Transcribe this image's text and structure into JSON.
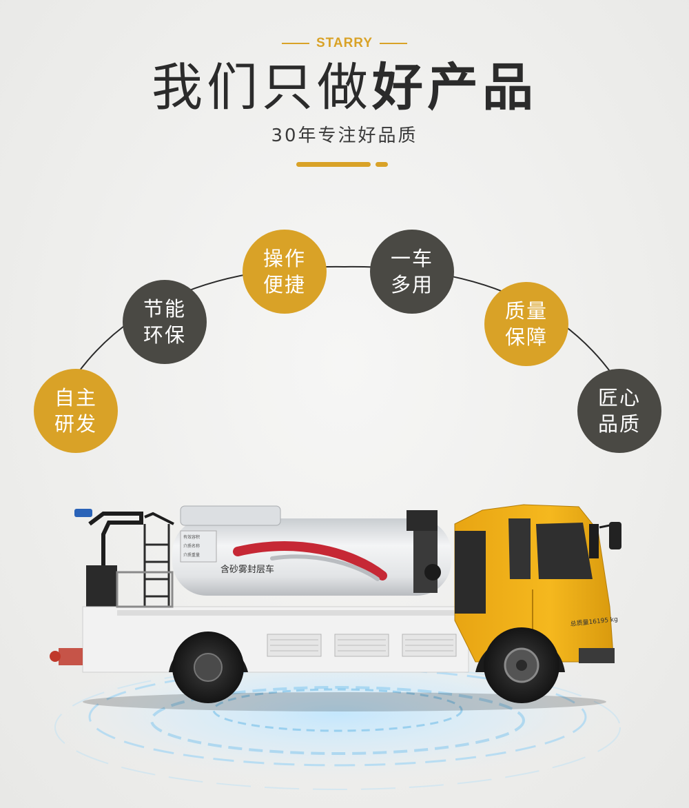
{
  "brand": {
    "text": "STARRY"
  },
  "headline": {
    "light": "我们只做",
    "bold": "好产品"
  },
  "subline": "30年专注好品质",
  "features": [
    {
      "line1": "自主",
      "line2": "研发",
      "color": "#d9a227"
    },
    {
      "line1": "节能",
      "line2": "环保",
      "color": "#4a4944"
    },
    {
      "line1": "操作",
      "line2": "便捷",
      "color": "#d9a227"
    },
    {
      "line1": "一车",
      "line2": "多用",
      "color": "#4a4944"
    },
    {
      "line1": "质量",
      "line2": "保障",
      "color": "#d9a227"
    },
    {
      "line1": "匠心",
      "line2": "品质",
      "color": "#4a4944"
    }
  ],
  "truck": {
    "tank_label": "含砂雾封层车",
    "weight_label": "总质量16195 kg",
    "plate_lines": [
      "有效容积",
      "介质名称",
      "介质重量"
    ],
    "cab_color": "#f1b21a"
  }
}
